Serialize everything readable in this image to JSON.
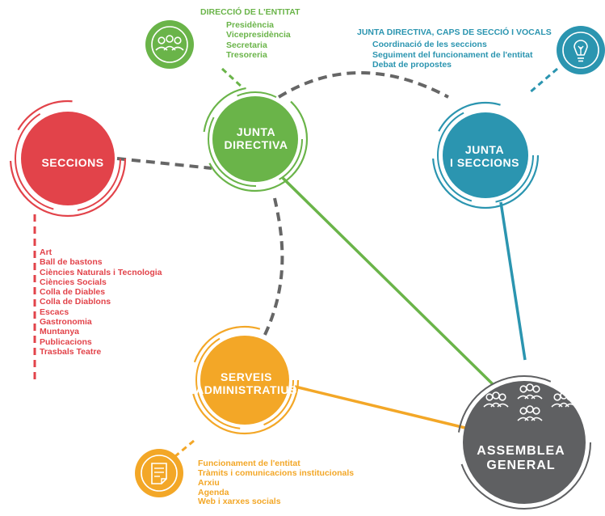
{
  "colors": {
    "green": "#6ab449",
    "blue": "#2b95b0",
    "red": "#e2434a",
    "orange": "#f3a727",
    "gray": "#5f6062",
    "dash": "#666666"
  },
  "icons": {
    "people": "people-group-icon",
    "lightbulb": "lightbulb-icon",
    "document": "document-icon",
    "assembly": "assembly-people-icon"
  },
  "nodes": {
    "junta_directiva": {
      "line1": "JUNTA",
      "line2": "DIRECTIVA"
    },
    "seccions": {
      "line1": "SECCIONS"
    },
    "junta_seccions": {
      "line1": "JUNTA",
      "line2": "I SECCIONS"
    },
    "serveis": {
      "line1": "SERVEIS",
      "line2": "ADMINISTRATIUS"
    },
    "assemblea": {
      "line1": "ASSEMBLEA",
      "line2": "GENERAL"
    }
  },
  "direccio": {
    "header": "DIRECCIÓ DE L'ENTITAT",
    "items": [
      "Presidència",
      "Vicepresidència",
      "Secretaria",
      "Tresoreria"
    ]
  },
  "junta": {
    "header": "JUNTA DIRECTIVA, CAPS DE SECCIÓ I VOCALS",
    "items": [
      "Coordinació de les seccions",
      "Seguiment del funcionament de l'entitat",
      "Debat de propostes"
    ]
  },
  "seccions": {
    "items": [
      "Art",
      "Ball de bastons",
      "Ciències Naturals i Tecnologia",
      "Ciències Socials",
      "Colla de Diables",
      "Colla de Diablons",
      "Escacs",
      "Gastronomia",
      "Muntanya",
      "Publicacions",
      "Trasbals Teatre"
    ]
  },
  "serveis": {
    "items": [
      "Funcionament de l'entitat",
      "Tràmits i comunicacions institucionals",
      "Arxiu",
      "Agenda",
      "Web i xarxes socials"
    ]
  }
}
